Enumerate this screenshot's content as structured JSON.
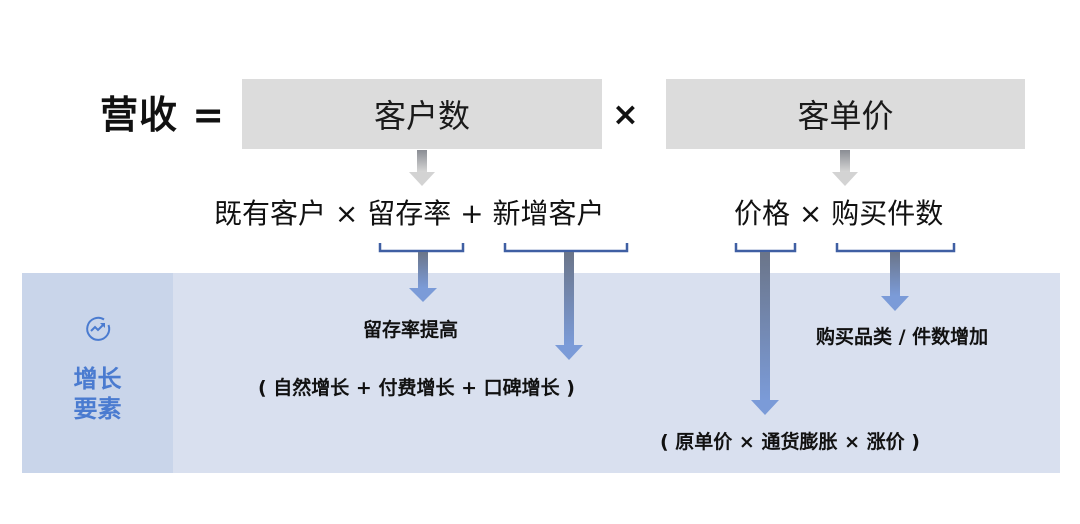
{
  "title": "营收 =",
  "top_boxes": {
    "customers": "客户数",
    "operator": "×",
    "unit_price": "客单价"
  },
  "formulas": {
    "customers": "既有客户 × 留存率 + 新增客户",
    "unit_price": "价格 × 购买件数"
  },
  "growth_panel": {
    "icon": "trend-up-icon",
    "label_line1": "增长",
    "label_line2": "要素",
    "results": {
      "retention": "留存率提高",
      "new_customers": "( 自然增长 + 付费增长 + 口碑增长 )",
      "purchase": "购买品类 / 件数增加",
      "price": "( 原单价 × 通货膨胀 × 涨价 )"
    }
  },
  "colors": {
    "box_gray": "#dcdcdc",
    "panel_bg": "#d9e0ef",
    "panel_side": "#c9d5ea",
    "accent_blue": "#4a7bd0",
    "bracket_blue": "#3f5fa3",
    "arrow_blue": "#7b9bd8"
  }
}
